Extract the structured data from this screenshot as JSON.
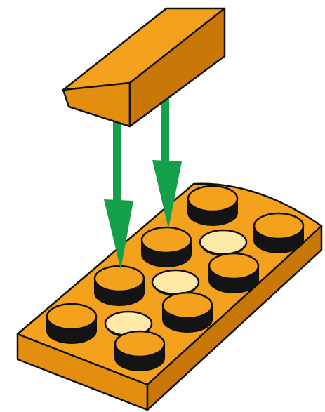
{
  "illustration": {
    "subject": "brick-placement-instruction",
    "parts": [
      "tile-brick",
      "plate-2x4",
      "placement-arrow",
      "placement-arrow"
    ],
    "stud_count": 8,
    "colors": {
      "brick_top": "#F4A21E",
      "brick_side": "#E38E0E",
      "brick_dark": "#C97708",
      "stud_recess": "#FFE9A8",
      "outline": "#111111",
      "arrow": "#14A04A"
    }
  }
}
